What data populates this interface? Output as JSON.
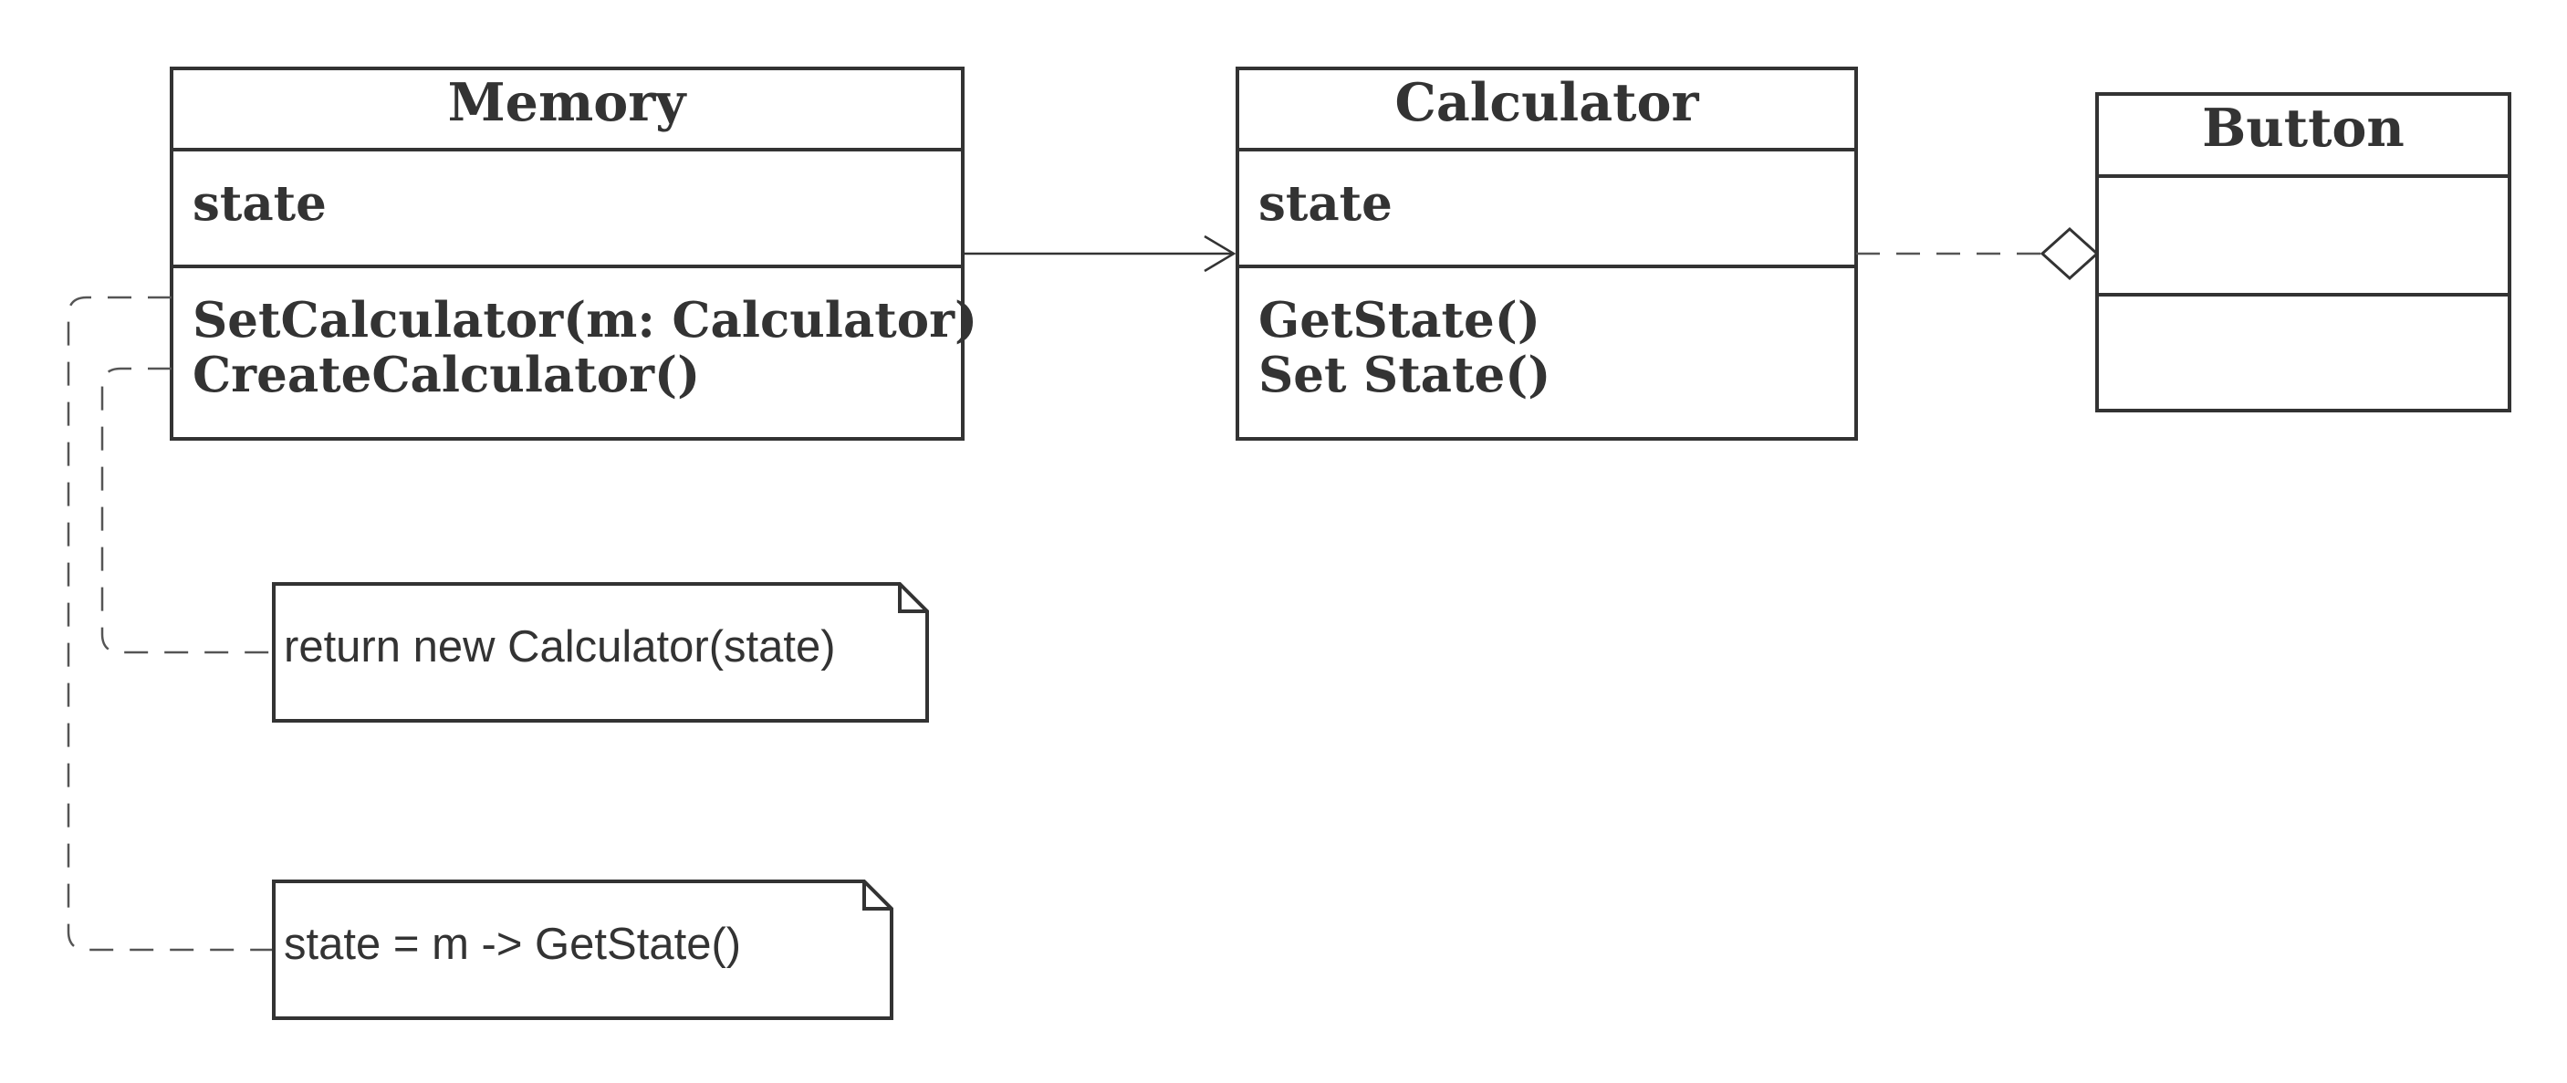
{
  "classes": {
    "memory": {
      "name": "Memory",
      "attributes": [
        "state"
      ],
      "methods": [
        "SetCalculator(m: Calculator)",
        "CreateCalculator()"
      ]
    },
    "calculator": {
      "name": "Calculator",
      "attributes": [
        "state"
      ],
      "methods": [
        "GetState()",
        "Set State()"
      ]
    },
    "button": {
      "name": "Button",
      "attributes": [],
      "methods": []
    }
  },
  "notes": {
    "create_calculator": "return new Calculator(state)",
    "set_calculator": "state = m -> GetState()"
  },
  "relations": [
    {
      "from": "Memory",
      "to": "Calculator",
      "kind": "association"
    },
    {
      "from": "Calculator",
      "to": "Button",
      "kind": "aggregation"
    }
  ]
}
